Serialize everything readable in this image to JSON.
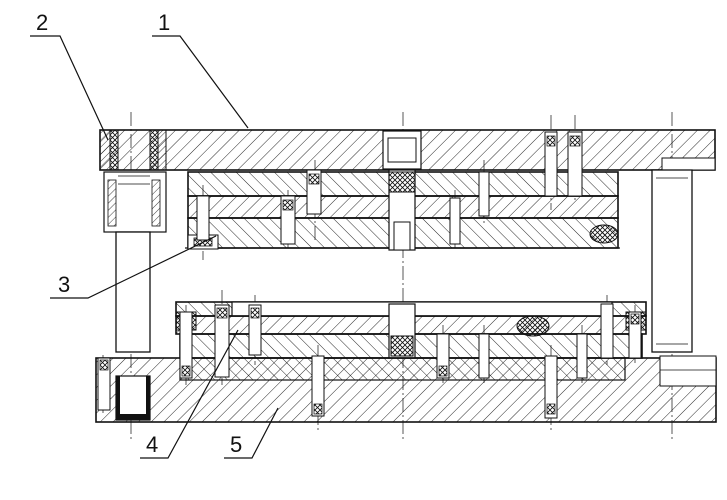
{
  "diagram": {
    "labels": [
      {
        "id": "1",
        "text": "1"
      },
      {
        "id": "2",
        "text": "2"
      },
      {
        "id": "3",
        "text": "3"
      },
      {
        "id": "4",
        "text": "4"
      },
      {
        "id": "5",
        "text": "5"
      }
    ],
    "colors": {
      "line": "#111111",
      "fill": "#ffffff",
      "solid": "#111111"
    }
  }
}
